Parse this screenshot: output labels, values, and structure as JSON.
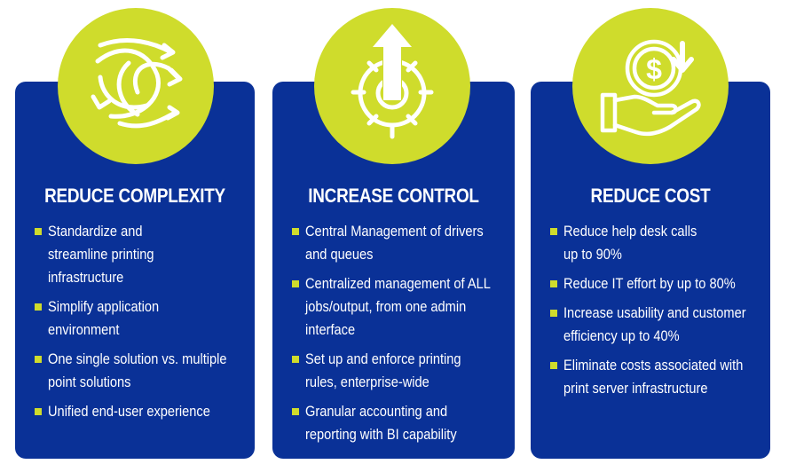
{
  "colors": {
    "card_background": "#0a3197",
    "accent": "#cfdc2c",
    "text": "#ffffff"
  },
  "cards": [
    {
      "icon": "intertwined-arrows-icon",
      "title": "REDUCE COMPLEXITY",
      "bullets": [
        "Standardize and streamline printing infrastructure",
        "Simplify application environment",
        "One single solution vs. multiple point solutions",
        "Unified end-user experience"
      ]
    },
    {
      "icon": "gear-up-arrow-icon",
      "title": "INCREASE CONTROL",
      "bullets": [
        "Central Management of drivers and queues",
        "Centralized management of ALL jobs/output, from one admin interface",
        "Set up and enforce printing rules, enterprise-wide",
        "Granular accounting and reporting with BI capability"
      ]
    },
    {
      "icon": "hand-coin-down-arrow-icon",
      "title": "REDUCE COST",
      "bullets": [
        "Reduce help desk calls up to 90%",
        "Reduce IT effort by up to 80%",
        "Increase usability and customer efficiency up to 40%",
        "Eliminate costs associated with print server infrastructure"
      ]
    }
  ]
}
